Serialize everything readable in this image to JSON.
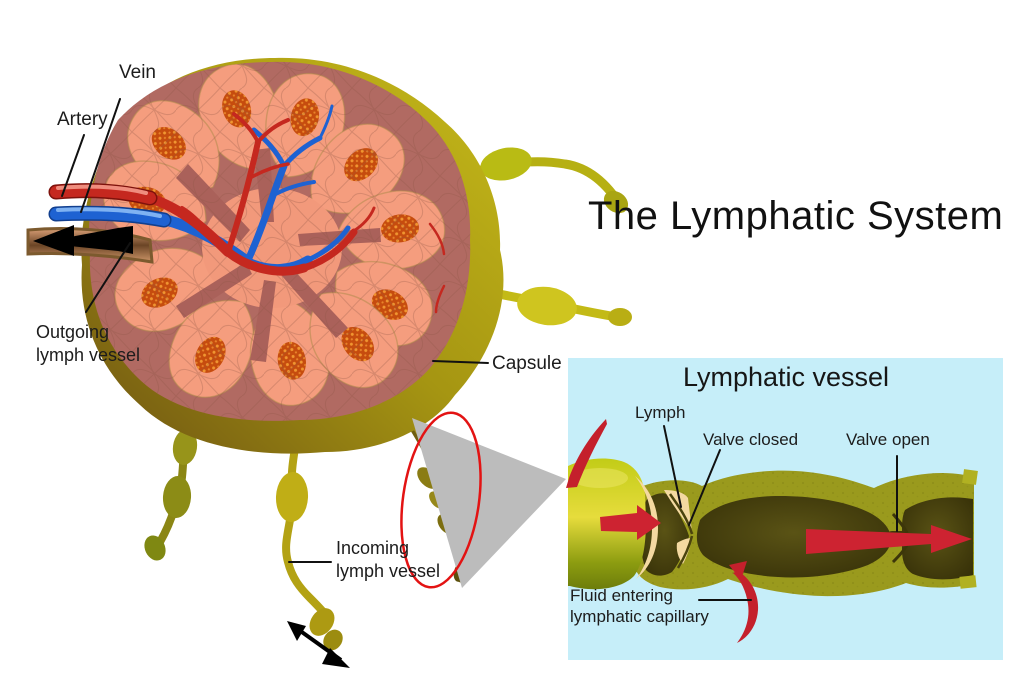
{
  "title": "The Lymphatic System",
  "node": {
    "labels": {
      "vein": "Vein",
      "artery": "Artery",
      "outgoing_line1": "Outgoing",
      "outgoing_line2": "lymph vessel",
      "capsule": "Capsule",
      "incoming_line1": "Incoming",
      "incoming_line2": "lymph vessel"
    }
  },
  "inset": {
    "title": "Lymphatic vessel",
    "labels": {
      "lymph": "Lymph",
      "valve_closed": "Valve closed",
      "valve_open": "Valve open",
      "fluid_line1": "Fluid entering",
      "fluid_line2": "lymphatic capillary"
    }
  },
  "colors": {
    "background": "#ffffff",
    "panel_background": "#c6eef9",
    "label_text": "#1c1c1c",
    "capsule_olive": "#a59512",
    "cortex_rose": "#b16a62",
    "lobule_salmon": "#f59d7e",
    "germinal_center_orange": "#c64c0e",
    "artery_red": "#c5281f",
    "vein_blue": "#1e62d2",
    "vessel_wall_olive": "#9a9a1d",
    "vessel_lumen_dark": "#443d0e",
    "valve_cream": "#f4d9a1",
    "flow_arrow_red": "#cd2331",
    "flow_arrow_black": "#000000",
    "highlight_ellipse_red": "#e31313",
    "magnifier_gray": "#bcbcbc"
  }
}
